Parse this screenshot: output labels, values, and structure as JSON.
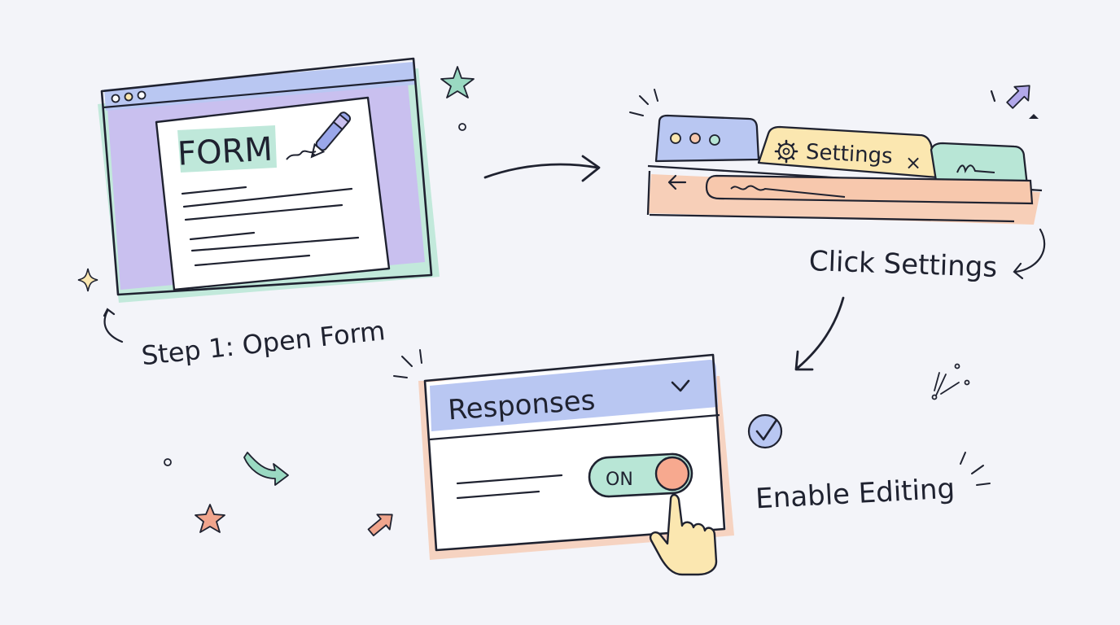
{
  "steps": {
    "open_form": {
      "label": "Step 1: Open Form",
      "form_title": "FORM"
    },
    "click_settings": {
      "label": "Click Settings",
      "tab_label": "Settings",
      "tab_close": "×"
    },
    "enable_editing": {
      "label": "Enable Editing",
      "panel_title": "Responses",
      "toggle_label": "ON"
    }
  },
  "colors": {
    "ink": "#1f2230",
    "lavender": "#c9c0ef",
    "periwinkle": "#b9c7f2",
    "mint": "#b8e6d6",
    "peach": "#f7c8ad",
    "butter": "#fbe7b0",
    "coral": "#f0a58d",
    "star_green": "#9ad9c2",
    "star_coral": "#f0a58d"
  },
  "icons": [
    "pen-icon",
    "gear-icon",
    "close-icon",
    "back-arrow-icon",
    "chevron-down-icon",
    "check-circle-icon",
    "pointing-hand-icon",
    "star-icon",
    "sparkle-icon",
    "arrow-icon"
  ]
}
